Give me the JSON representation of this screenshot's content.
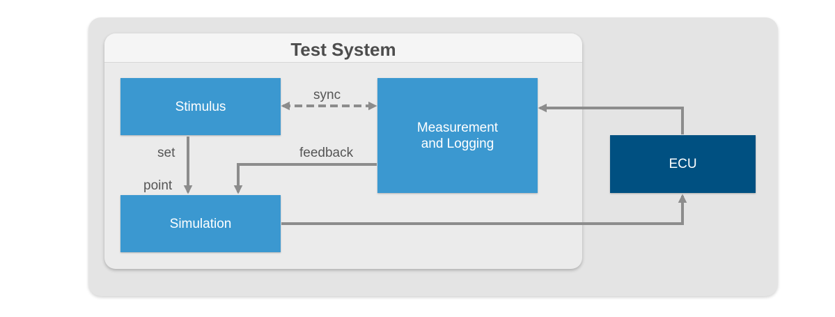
{
  "diagram": {
    "container_title": "Test System",
    "nodes": {
      "stimulus": "Stimulus",
      "measurement": "Measurement\nand Logging",
      "simulation": "Simulation",
      "ecu": "ECU"
    },
    "edge_labels": {
      "sync": "sync",
      "set": "set",
      "point": "point",
      "feedback": "feedback"
    },
    "colors": {
      "box_blue": "#3b98d0",
      "box_dark": "#005081",
      "arrow": "#8c8c8c"
    }
  }
}
